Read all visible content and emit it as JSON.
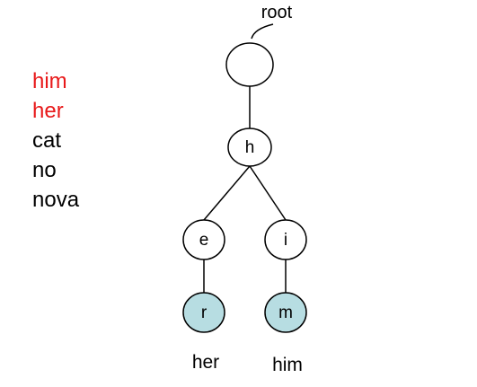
{
  "word_list": [
    {
      "text": "him",
      "color": "#e8191a"
    },
    {
      "text": "her",
      "color": "#e8191a"
    },
    {
      "text": "cat",
      "color": "#000000"
    },
    {
      "text": "no",
      "color": "#000000"
    },
    {
      "text": "nova",
      "color": "#000000"
    }
  ],
  "trie": {
    "root_label": "root",
    "nodes": [
      {
        "id": "root",
        "label": "",
        "terminal": false
      },
      {
        "id": "h",
        "label": "h",
        "terminal": false
      },
      {
        "id": "e",
        "label": "e",
        "terminal": false
      },
      {
        "id": "i",
        "label": "i",
        "terminal": false
      },
      {
        "id": "r",
        "label": "r",
        "terminal": true
      },
      {
        "id": "m",
        "label": "m",
        "terminal": true
      }
    ],
    "edges": [
      [
        "root",
        "h"
      ],
      [
        "h",
        "e"
      ],
      [
        "h",
        "i"
      ],
      [
        "e",
        "r"
      ],
      [
        "i",
        "m"
      ]
    ],
    "word_labels": [
      {
        "node": "r",
        "text": "her"
      },
      {
        "node": "m",
        "text": "him"
      }
    ]
  },
  "colors": {
    "highlight_text": "#e8191a",
    "terminal_fill": "#b7dde2",
    "node_fill": "#ffffff",
    "stroke": "#000000"
  }
}
